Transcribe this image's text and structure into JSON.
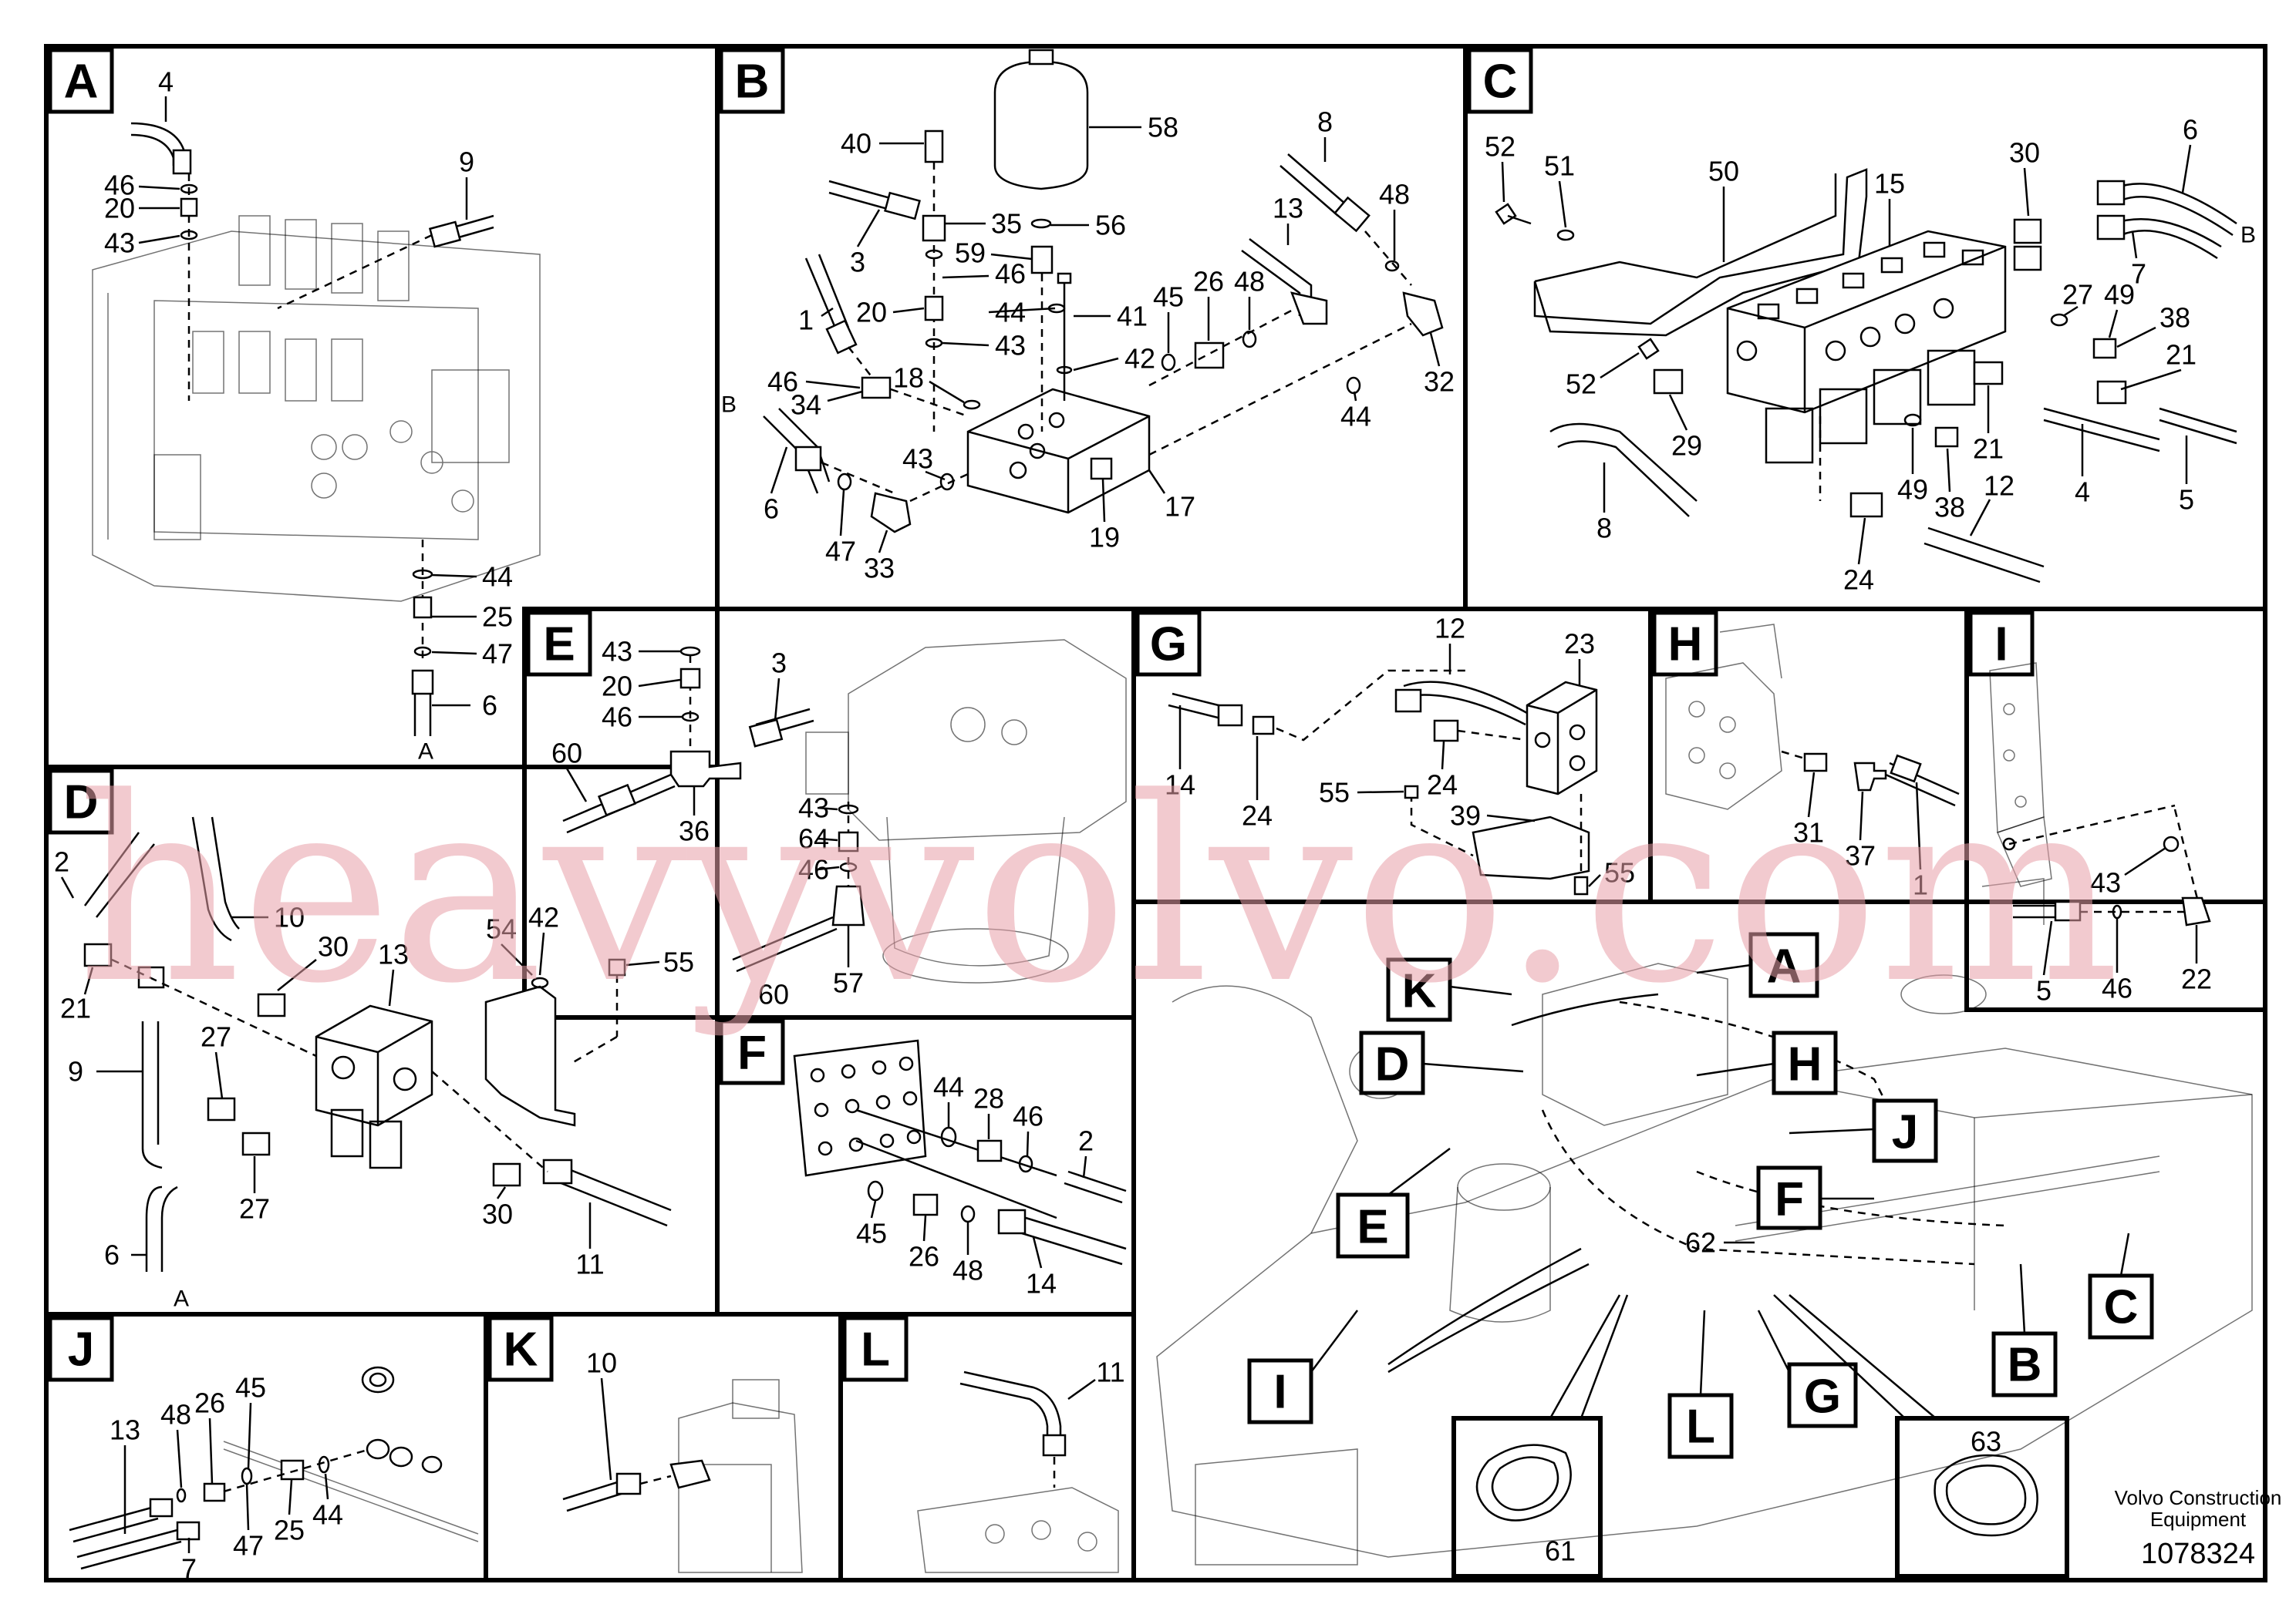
{
  "panels": [
    {
      "id": "A",
      "label": "A"
    },
    {
      "id": "B",
      "label": "B"
    },
    {
      "id": "C",
      "label": "C"
    },
    {
      "id": "D",
      "label": "D"
    },
    {
      "id": "E",
      "label": "E"
    },
    {
      "id": "F",
      "label": "F"
    },
    {
      "id": "G",
      "label": "G"
    },
    {
      "id": "H",
      "label": "H"
    },
    {
      "id": "I",
      "label": "I"
    },
    {
      "id": "J",
      "label": "J"
    },
    {
      "id": "K",
      "label": "K"
    },
    {
      "id": "L",
      "label": "L"
    }
  ],
  "callouts": {
    "A": [
      "4",
      "46",
      "20",
      "43",
      "9",
      "44",
      "25",
      "47",
      "6",
      "A"
    ],
    "B": [
      "40",
      "58",
      "8",
      "35",
      "56",
      "13",
      "48",
      "3",
      "59",
      "46",
      "1",
      "20",
      "44",
      "41",
      "45",
      "26",
      "48",
      "43",
      "42",
      "46",
      "18",
      "34",
      "B",
      "32",
      "43",
      "44",
      "6",
      "47",
      "33",
      "19",
      "17"
    ],
    "C": [
      "52",
      "51",
      "50",
      "15",
      "30",
      "6",
      "B",
      "27",
      "49",
      "38",
      "7",
      "52",
      "29",
      "21",
      "21",
      "49",
      "38",
      "12",
      "4",
      "5",
      "8",
      "24"
    ],
    "D": [
      "2",
      "10",
      "30",
      "13",
      "42",
      "54",
      "55",
      "21",
      "27",
      "9",
      "27",
      "30",
      "11",
      "6",
      "A"
    ],
    "E": [
      "43",
      "20",
      "46",
      "3",
      "60",
      "36",
      "43",
      "64",
      "46",
      "57",
      "60"
    ],
    "F": [
      "44",
      "28",
      "46",
      "2",
      "45",
      "26",
      "48",
      "14"
    ],
    "G": [
      "12",
      "23",
      "14",
      "24",
      "24",
      "55",
      "39",
      "55"
    ],
    "H": [
      "31",
      "37",
      "1"
    ],
    "I": [
      "43",
      "5",
      "46",
      "22"
    ],
    "J": [
      "13",
      "48",
      "26",
      "45",
      "7",
      "47",
      "25",
      "44"
    ],
    "K": [
      "10"
    ],
    "L": [
      "11"
    ],
    "overview": [
      "K",
      "A",
      "D",
      "H",
      "J",
      "E",
      "F",
      "62",
      "I",
      "L",
      "G",
      "B",
      "C",
      "61",
      "63"
    ]
  },
  "credit": {
    "line1": "Volvo Construction",
    "line2": "Equipment",
    "docno": "1078324"
  },
  "watermark": "heavyvolvo.com",
  "colors": {
    "watermark": "#e8a0a8",
    "line": "#000000",
    "background": "#ffffff"
  }
}
